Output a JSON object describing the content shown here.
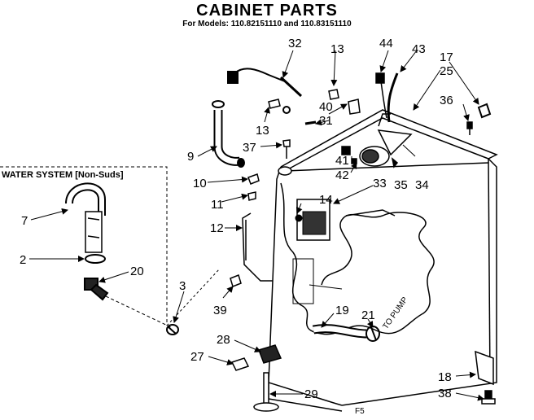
{
  "header": {
    "title": "CABINET PARTS",
    "models": "For Models: 110.82151110 and 110.83151110"
  },
  "inset": {
    "label": "WATER SYSTEM [Non-Suds]"
  },
  "footer": {
    "code": "F5"
  },
  "annotations": {
    "to_pump": "TO PUMP"
  },
  "callouts": [
    {
      "id": "c32",
      "text": "32"
    },
    {
      "id": "c13a",
      "text": "13"
    },
    {
      "id": "c44",
      "text": "44"
    },
    {
      "id": "c43",
      "text": "43"
    },
    {
      "id": "c17",
      "text": "17"
    },
    {
      "id": "c25",
      "text": "25"
    },
    {
      "id": "c36",
      "text": "36"
    },
    {
      "id": "c40",
      "text": "40"
    },
    {
      "id": "c31",
      "text": "31"
    },
    {
      "id": "c13b",
      "text": "13"
    },
    {
      "id": "c9",
      "text": "9"
    },
    {
      "id": "c37",
      "text": "37"
    },
    {
      "id": "c41",
      "text": "41"
    },
    {
      "id": "c42",
      "text": "42"
    },
    {
      "id": "c35",
      "text": "35"
    },
    {
      "id": "c34",
      "text": "34"
    },
    {
      "id": "c10",
      "text": "10"
    },
    {
      "id": "c33",
      "text": "33"
    },
    {
      "id": "c14",
      "text": "14"
    },
    {
      "id": "c11",
      "text": "11"
    },
    {
      "id": "c12",
      "text": "12"
    },
    {
      "id": "c7",
      "text": "7"
    },
    {
      "id": "c2",
      "text": "2"
    },
    {
      "id": "c20",
      "text": "20"
    },
    {
      "id": "c3",
      "text": "3"
    },
    {
      "id": "c39",
      "text": "39"
    },
    {
      "id": "c19",
      "text": "19"
    },
    {
      "id": "c21",
      "text": "21"
    },
    {
      "id": "c28",
      "text": "28"
    },
    {
      "id": "c27",
      "text": "27"
    },
    {
      "id": "c29",
      "text": "29"
    },
    {
      "id": "c18",
      "text": "18"
    },
    {
      "id": "c38",
      "text": "38"
    }
  ]
}
